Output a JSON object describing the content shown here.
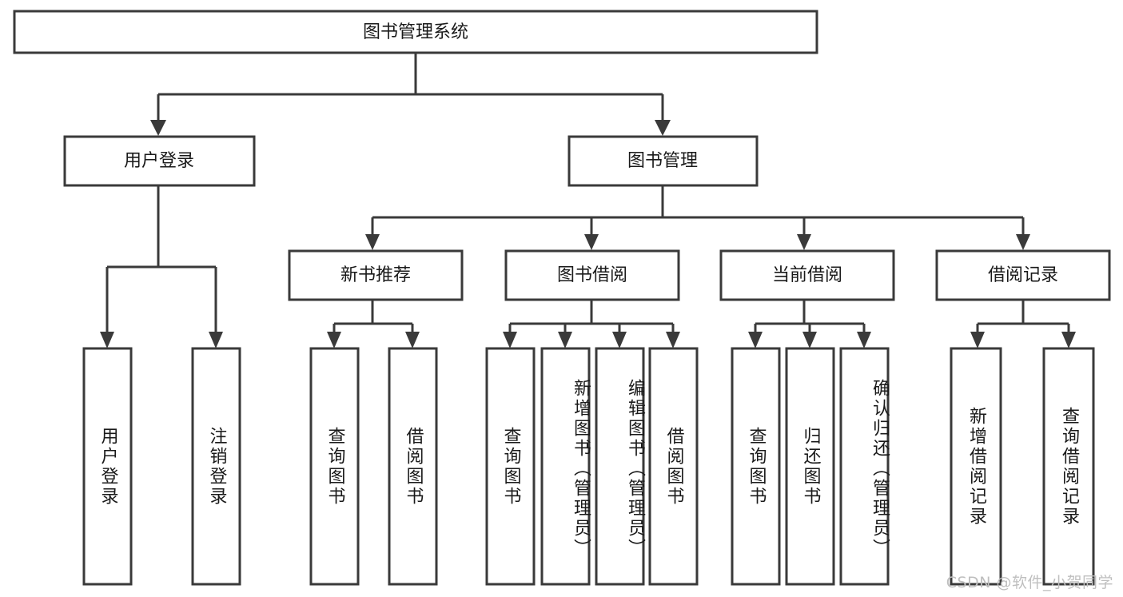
{
  "diagram": {
    "title": "图书管理系统",
    "type": "tree",
    "orientation": "top-down",
    "colors": {
      "box_fill": "#ffffff",
      "box_stroke": "#3a3a3a",
      "text": "#1a1a1a",
      "background": "#ffffff",
      "watermark": "#bfbfbf"
    },
    "root": {
      "label": "图书管理系统"
    },
    "level2": [
      {
        "label": "用户登录"
      },
      {
        "label": "图书管理"
      }
    ],
    "level3": [
      {
        "label": "新书推荐"
      },
      {
        "label": "图书借阅"
      },
      {
        "label": "当前借阅"
      },
      {
        "label": "借阅记录"
      }
    ],
    "leaves": {
      "user_login": [
        {
          "label": "用户登录"
        },
        {
          "label": "注销登录"
        }
      ],
      "new_book_recommend": [
        {
          "label": "查询图书"
        },
        {
          "label": "借阅图书"
        }
      ],
      "book_borrow": [
        {
          "label": "查询图书"
        },
        {
          "label": "新增图书（管理员）"
        },
        {
          "label": "编辑图书（管理员）"
        },
        {
          "label": "借阅图书"
        }
      ],
      "current_borrow": [
        {
          "label": "查询图书"
        },
        {
          "label": "归还图书"
        },
        {
          "label": "确认归还（管理员）"
        }
      ],
      "borrow_record": [
        {
          "label": "新增借阅记录"
        },
        {
          "label": "查询借阅记录"
        }
      ]
    }
  },
  "watermark": {
    "text": "CSDN @软件_小贺同学"
  }
}
